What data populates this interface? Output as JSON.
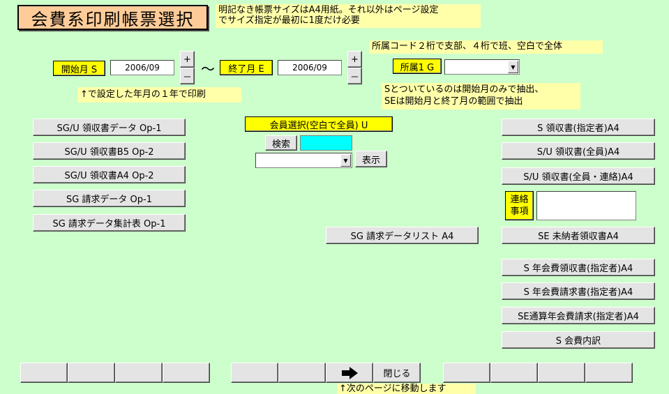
{
  "title": "会費系印刷帳票選択",
  "notes": {
    "paper": "明記なき帳票サイズはA4用紙。それ以外はページ設定\nでサイズ指定が最初に1度だけ必要",
    "shozoku": "所属コード２桁で支部、４桁で班、空白で全体",
    "start_hint": "↑で設定した年月の１年で印刷",
    "s_hint": "Sとついているのは開始月のみで抽出、\nSEは開始月と終了月の範囲で抽出",
    "next_page": "↑次のページに移動します"
  },
  "period": {
    "start_label": "開始月 S",
    "start_value": "2006/09",
    "end_label": "終了月 E",
    "end_value": "2006/09",
    "tilde": "～",
    "plus": "+",
    "minus": "－"
  },
  "shozoku": {
    "label": "所属1 G",
    "value": ""
  },
  "member": {
    "select_label": "会員選択(空白で全員) U",
    "search_label": "検索",
    "search_value": "",
    "combo_value": "",
    "show_button": "表示"
  },
  "left_buttons": [
    "SG/U 領収書データ Op-1",
    "SG/U 領収書B5 Op-2",
    "SG/U 領収書A4 Op-2",
    "SG 請求データ Op-1",
    "SG 請求データ集計表 Op-1"
  ],
  "center_button": "SG 請求データリスト A4",
  "right_buttons": [
    "S 領収書(指定者)A4",
    "S/U 領収書(全員)A4",
    "S/U 領収書(全員・連絡)A4"
  ],
  "contact": {
    "label": "連絡\n事項",
    "value": ""
  },
  "right_buttons2": [
    "SE 未納者領収書A4",
    "S 年会費領収書(指定者)A4",
    "S 年会費請求書(指定者)A4",
    "SE通算年会費請求(指定者)A4",
    "S 会費内訳"
  ],
  "bottom": {
    "next_icon": "right-arrow-icon",
    "close_label": "閉じる"
  }
}
